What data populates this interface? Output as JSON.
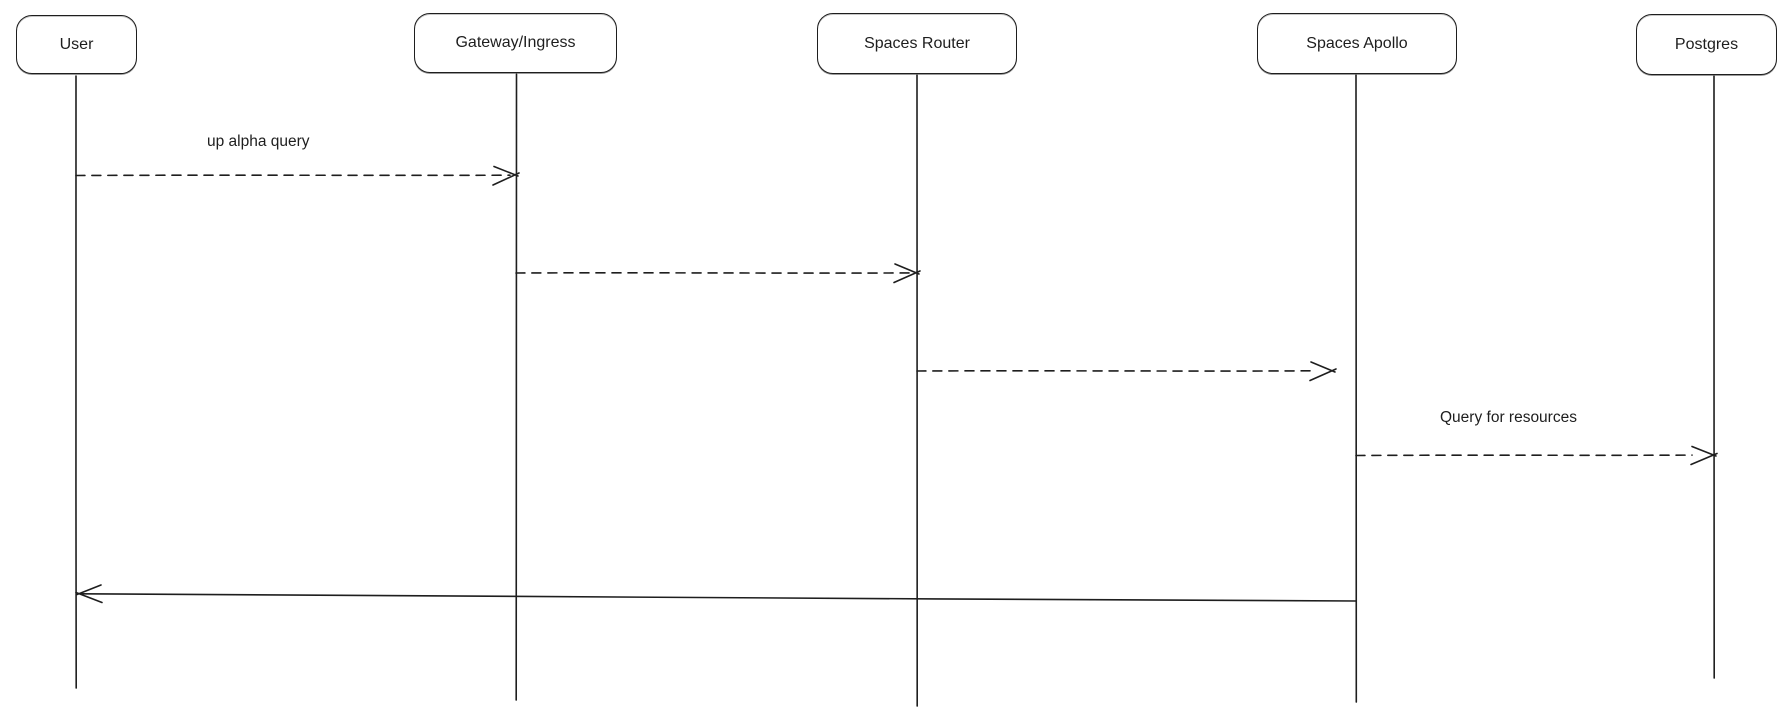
{
  "diagram": {
    "kind": "sequence-diagram",
    "colors": {
      "stroke": "#1e1e1e",
      "background": "#ffffff"
    },
    "actors": [
      {
        "label": "User"
      },
      {
        "label": "Gateway/Ingress"
      },
      {
        "label": "Spaces Router"
      },
      {
        "label": "Spaces Apollo"
      },
      {
        "label": "Postgres"
      }
    ],
    "messages": [
      {
        "from": "User",
        "to": "Gateway/Ingress",
        "label": "up alpha query",
        "line_style": "dashed",
        "direction": "right"
      },
      {
        "from": "Gateway/Ingress",
        "to": "Spaces Router",
        "label": "",
        "line_style": "dashed",
        "direction": "right"
      },
      {
        "from": "Spaces Router",
        "to": "Spaces Apollo",
        "label": "",
        "line_style": "dashed",
        "direction": "right"
      },
      {
        "from": "Spaces Apollo",
        "to": "Postgres",
        "label": "Query for resources",
        "line_style": "dashed",
        "direction": "right"
      },
      {
        "from": "Spaces Apollo",
        "to": "User",
        "label": "",
        "line_style": "solid",
        "direction": "left"
      }
    ]
  }
}
